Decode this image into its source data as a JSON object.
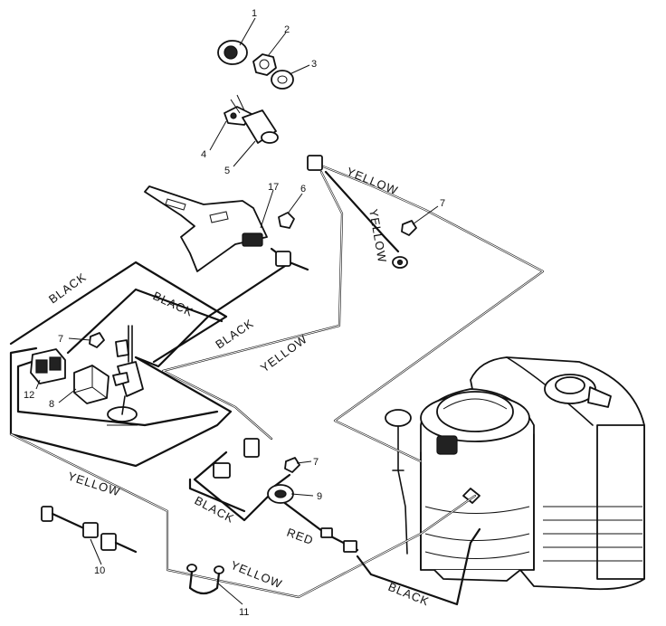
{
  "wire_labels": {
    "yellow_top": "YELLOW",
    "yellow_vertical": "YELLOW",
    "black_left": "BLACK",
    "black_inner": "BLACK",
    "black_mid": "BLACK",
    "yellow_mid": "YELLOW",
    "yellow_lower_left": "YELLOW",
    "black_lower": "BLACK",
    "red": "RED",
    "yellow_bottom": "YELLOW",
    "black_bottom_right": "BLACK"
  },
  "callouts": {
    "c1": "1",
    "c2": "2",
    "c3": "3",
    "c4": "4",
    "c5": "5",
    "c6": "6",
    "c7a": "7",
    "c7b": "7",
    "c7c": "7",
    "c8": "8",
    "c9": "9",
    "c10": "10",
    "c11": "11",
    "c12": "12",
    "c17": "17"
  }
}
